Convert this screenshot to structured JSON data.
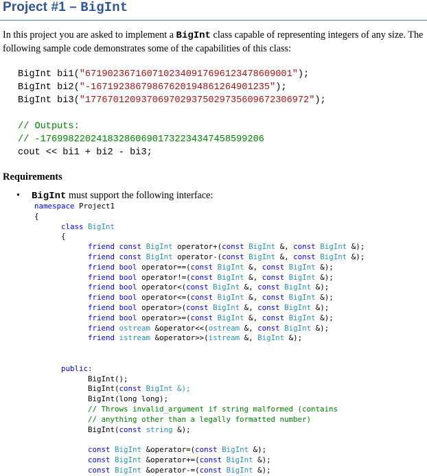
{
  "title": {
    "prefix": "Project #1 – ",
    "code": "BigInt"
  },
  "intro": {
    "t1": "In this project you are asked to implement a ",
    "code": "BigInt",
    "t2": " class capable of representing integers of any size.  The following sample code demonstrates some of the capabilities of this class:"
  },
  "sample": {
    "l1a": "BigInt bi1(",
    "l1s": "\"6719023671607102340917696123478609001\"",
    "l1e": ");",
    "l2a": "BigInt bi2(",
    "l2s": "\"-1671923867986762019486126490123 5\"",
    "l2e": ");",
    "l3a": "BigInt bi3(",
    "l3s": "\"1776701209370697029375029735609672306972\"",
    "l3e": ");",
    "c1": "// Outputs:",
    "c2": "// -1769982202418328606901732234347458599206",
    "l4": "cout << bi1 + bi2 - bi3;"
  },
  "requirements": {
    "heading": "Requirements",
    "bullet_code": "BigInt",
    "bullet_text": " must support the following interface:"
  },
  "interface": {
    "ns_kw": "namespace",
    "ns_name": " Project1",
    "brace_open": "{",
    "class_kw": "class",
    "class_name": " BigInt",
    "friend": "friend",
    "const": "const",
    "bool": "bool",
    "BigInt": "BigInt",
    "ostream": "ostream",
    "istream": "istream",
    "op_plus": " operator+(",
    "op_minus": " operator-(",
    "op_eq": " operator==(",
    "op_ne": " operator!=(",
    "op_lt": " operator<(",
    "op_le": " operator<=(",
    "op_gt": " operator>(",
    "op_ge": " operator>=(",
    "op_out": " &operator<<(",
    "op_in": " &operator>>(",
    "amp_sep": " &, ",
    "amp_end": " &);",
    "public": "public:",
    "ctor1": "BigInt();",
    "ctor2a": "BigInt(",
    "ctor2b": " BigInt &);",
    "ctor3": "BigInt(long long);",
    "cm1": "// Throws invalid_argument if string malformed (contains",
    "cm2": "// anything other than a legally formatted number)",
    "ctor4a": "BigInt(",
    "string": "string",
    "ctor4b": " &);",
    "asg": " &operator=(",
    "asg_plus": " &operator+=(",
    "asg_minus": " &operator-=("
  }
}
